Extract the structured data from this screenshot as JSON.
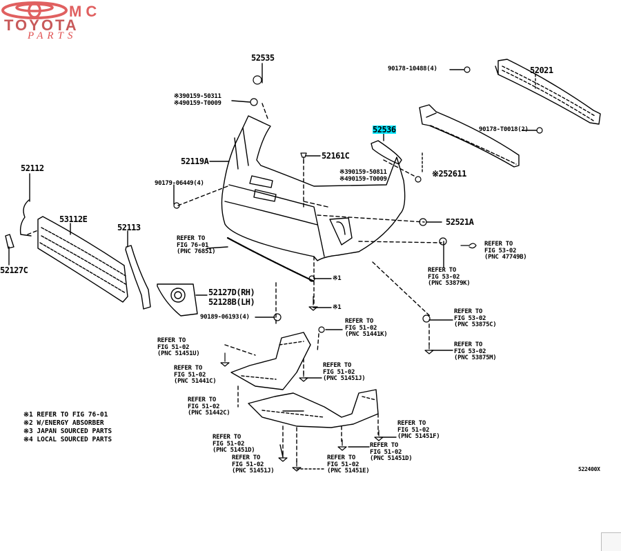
{
  "logo": {
    "brand_top": "MC",
    "brand_main": "TOYOTA",
    "brand_sub": "PARTS",
    "colors": {
      "primary": "#e06060",
      "secondary": "#c85a5a"
    }
  },
  "highlight_color": "#00e5ff",
  "parts": {
    "p52535": "52535",
    "p52021": "52021",
    "p52536": "52536",
    "p52161C": "52161C",
    "p52119A": "52119A",
    "p52611": "※252611",
    "p52112": "52112",
    "p53112E": "53112E",
    "p52113": "52113",
    "p52127C": "52127C",
    "p52521A": "52521A",
    "p52127D": "52127D(RH)",
    "p52128B": "52128B(LH)",
    "fastener_90178_10488": "90178-10488(4)",
    "fastener_90178_T0018": "90178-T0018(2)",
    "fastener_90179_06449": "90179-06449(4)",
    "fastener_90189_06193": "90189-06193(4)",
    "clip_top_1": "※390159-50311",
    "clip_top_2": "※490159-T0009",
    "clip_mid_1": "※390159-50811",
    "clip_mid_2": "※490159-T0009",
    "mark1_a": "※1",
    "mark1_b": "※1"
  },
  "refer_notes": [
    {
      "line1": "REFER TO",
      "line2": "FIG 76-01",
      "line3": "(PNC 76851)"
    },
    {
      "line1": "REFER TO",
      "line2": "FIG 53-02",
      "line3": "(PNC 47749B)"
    },
    {
      "line1": "REFER TO",
      "line2": "FIG 53-02",
      "line3": "(PNC 53879K)"
    },
    {
      "line1": "REFER TO",
      "line2": "FIG 53-02",
      "line3": "(PNC 53875C)"
    },
    {
      "line1": "REFER TO",
      "line2": "FIG 53-02",
      "line3": "(PNC 53875M)"
    },
    {
      "line1": "REFER TO",
      "line2": "FIG 51-02",
      "line3": "(PNC 51441K)"
    },
    {
      "line1": "REFER TO",
      "line2": "FIG 51-02",
      "line3": "(PNC 51451U)"
    },
    {
      "line1": "REFER TO",
      "line2": "FIG 51-02",
      "line3": "(PNC 51441C)"
    },
    {
      "line1": "REFER TO",
      "line2": "FIG 51-02",
      "line3": "(PNC 51451J)"
    },
    {
      "line1": "REFER TO",
      "line2": "FIG 51-02",
      "line3": "(PNC 51442C)"
    },
    {
      "line1": "REFER TO",
      "line2": "FIG 51-02",
      "line3": "(PNC 51451F)"
    },
    {
      "line1": "REFER TO",
      "line2": "FIG 51-02",
      "line3": "(PNC 51451D)"
    },
    {
      "line1": "REFER TO",
      "line2": "FIG 51-02",
      "line3": "(PNC 51451D)"
    },
    {
      "line1": "REFER TO",
      "line2": "FIG 51-02",
      "line3": "(PNC 51451J)"
    },
    {
      "line1": "REFER TO",
      "line2": "FIG 51-02",
      "line3": "(PNC 51451E)"
    }
  ],
  "legend": [
    "※1 REFER TO FIG 76-01",
    "※2 W/ENERGY ABSORBER",
    "※3 JAPAN SOURCED PARTS",
    "※4 LOCAL SOURCED PARTS"
  ],
  "figure_code": "522400X"
}
